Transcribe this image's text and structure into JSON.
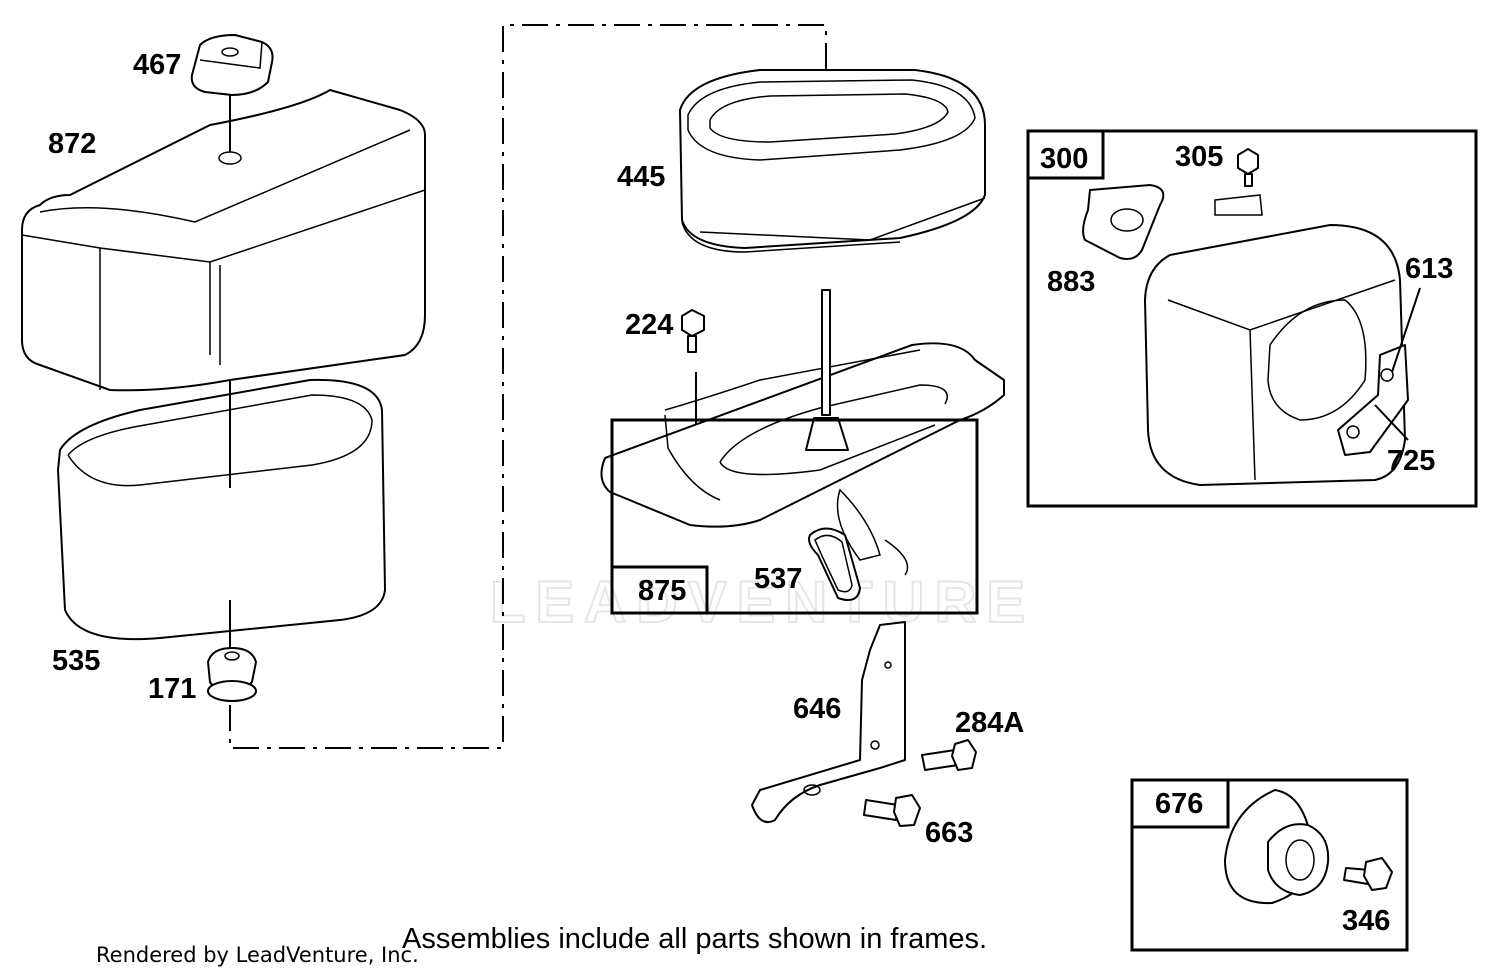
{
  "watermark": "LEADVENTURE",
  "footer": {
    "note": "Assemblies include all parts shown in frames.",
    "credit": "Rendered by LeadVenture, Inc."
  },
  "parts": {
    "p467": "467",
    "p872": "872",
    "p535": "535",
    "p171": "171",
    "p445": "445",
    "p224": "224",
    "p537": "537",
    "p646": "646",
    "p284A": "284A",
    "p663": "663",
    "p305": "305",
    "p883": "883",
    "p613": "613",
    "p725": "725",
    "p346": "346"
  },
  "frames": {
    "f875": "875",
    "f300": "300",
    "f676": "676"
  }
}
